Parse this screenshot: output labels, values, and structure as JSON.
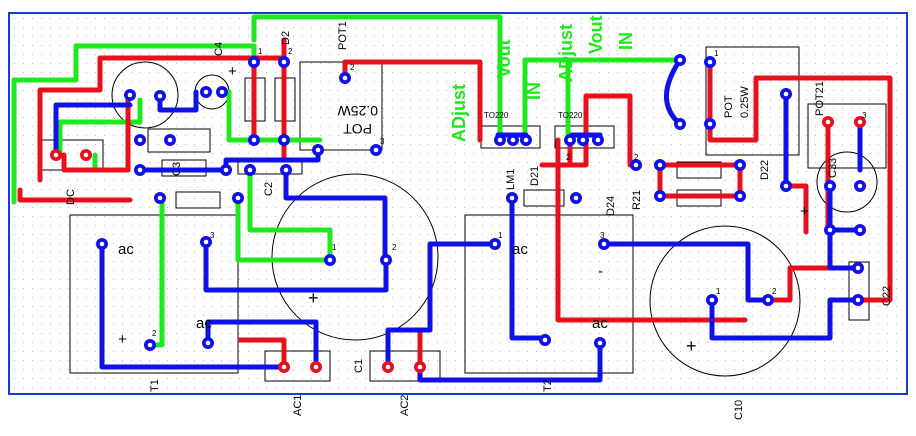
{
  "colors": {
    "background": "#ffffff",
    "board_outline": "#1a3bd6",
    "grid": "#c8283a",
    "trace_top": "#e8101c",
    "trace_bottom": "#1010e8",
    "trace_green": "#1ee81e",
    "outline": "#000000",
    "pad_ring": "#ffffff"
  },
  "labels": {
    "c4": "C4",
    "d2": "D2",
    "pot1": "POT1",
    "pot1_value": "0.25W",
    "pot1_mirror": "POT",
    "adjust1": "ADjust",
    "vout1": "Vout",
    "in1": "IN",
    "adjust2": "ADjust",
    "vout2": "Vout",
    "in2": "IN",
    "to220_1": "TO220",
    "to220_2": "TO220",
    "pot_right": "POT",
    "pot_right_value": "0.25W",
    "pot21": "POT21",
    "c3": "C3",
    "c2": "C2",
    "c1": "C1",
    "c22": "C22",
    "c10": "C10",
    "c33": "C33",
    "lm1": "LM1",
    "d21": "D21",
    "d24": "D24",
    "r21": "R21",
    "d22": "D22",
    "dc": "DC",
    "t1": "T1",
    "t2": "T2",
    "ac1": "AC1",
    "ac2": "AC2",
    "ac_t1_a": "ac",
    "ac_t1_b": "ac",
    "ac_t2_a": "ac",
    "ac_t2_b": "ac",
    "plus_t1": "+",
    "plus_c2": "+",
    "plus_c4": "+",
    "plus_c10": "+",
    "plus_d22": "+",
    "minus_t2": "-",
    "pin1": "1",
    "pin2": "2",
    "pin3": "3"
  }
}
